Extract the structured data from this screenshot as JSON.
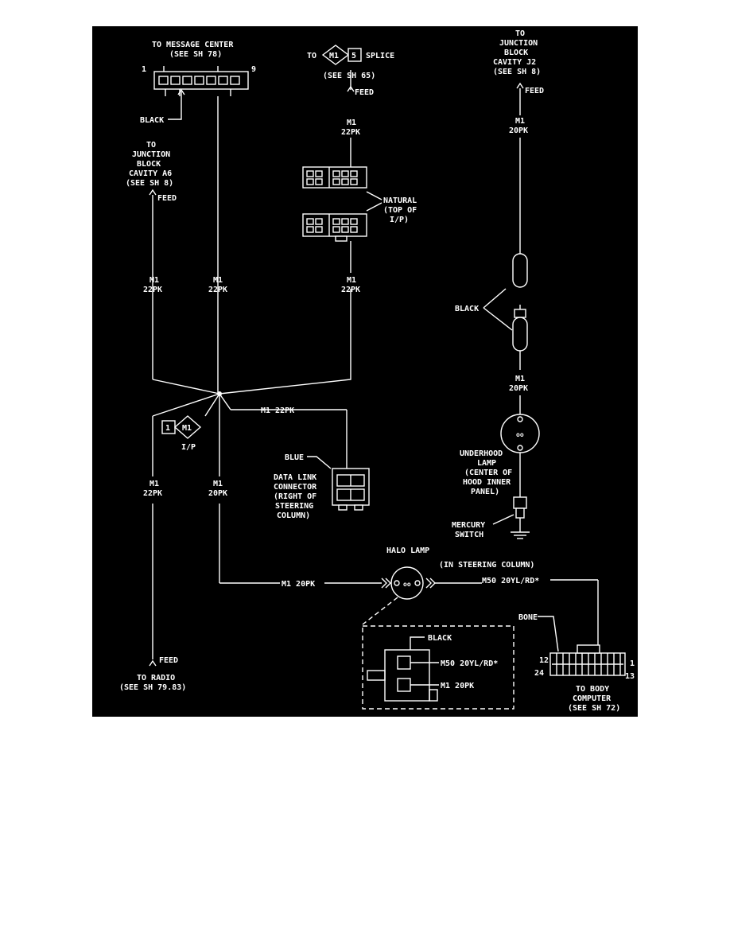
{
  "colors": {
    "background": "#000000",
    "ink": "#ffffff",
    "page": "#ffffff"
  },
  "labels": {
    "msg_center_1": "TO MESSAGE CENTER",
    "msg_center_2": "(SEE SH 78)",
    "pin_1": "1",
    "pin_9": "9",
    "black_1": "BLACK",
    "to": "TO",
    "splice_m1": "M1",
    "splice_5": "5",
    "splice": "SPLICE",
    "see_sh_65": "(SEE SH 65)",
    "feed": "FEED",
    "jb_j2_1": "TO",
    "jb_j2_2": "JUNCTION",
    "jb_j2_3": "BLOCK",
    "jb_j2_4": "CAVITY J2",
    "jb_j2_5": "(SEE SH 8)",
    "jb_a6_1": "TO",
    "jb_a6_2": "JUNCTION",
    "jb_a6_3": "BLOCK",
    "jb_a6_4": "CAVITY A6",
    "jb_a6_5": "(SEE SH 8)",
    "m1": "M1",
    "w22pk": "22PK",
    "w20pk": "20PK",
    "natural_1": "NATURAL",
    "natural_2": "(TOP OF",
    "natural_3": "I/P)",
    "black_2": "BLACK",
    "m1_22pk": "M1 22PK",
    "ip_1": "1",
    "ip_m1": "M1",
    "ip": "I/P",
    "blue": "BLUE",
    "dlc_1": "DATA LINK",
    "dlc_2": "CONNECTOR",
    "dlc_3": "(RIGHT OF",
    "dlc_4": "STEERING",
    "dlc_5": "COLUMN)",
    "uh_1": "UNDERHOOD",
    "uh_2": "LAMP",
    "uh_3": "(CENTER OF",
    "uh_4": "HOOD INNER",
    "uh_5": "PANEL)",
    "merc_1": "MERCURY",
    "merc_2": "SWITCH",
    "halo": "HALO LAMP",
    "in_steering": "(IN STEERING COLUMN)",
    "m1_20pk": "M1 20PK",
    "m50": "M50 20YL/RD*",
    "bone": "BONE",
    "black_3": "BLACK",
    "m50_b": "M50 20YL/RD*",
    "m1_20pk_b": "M1 20PK",
    "pin_12": "12",
    "pin_1b": "1",
    "pin_24": "24",
    "pin_13": "13",
    "to_radio": "TO RADIO",
    "see_sh_79": "(SEE SH 79.83)",
    "body_1": "TO BODY",
    "body_2": "COMPUTER",
    "body_3": "(SEE SH 72)"
  }
}
